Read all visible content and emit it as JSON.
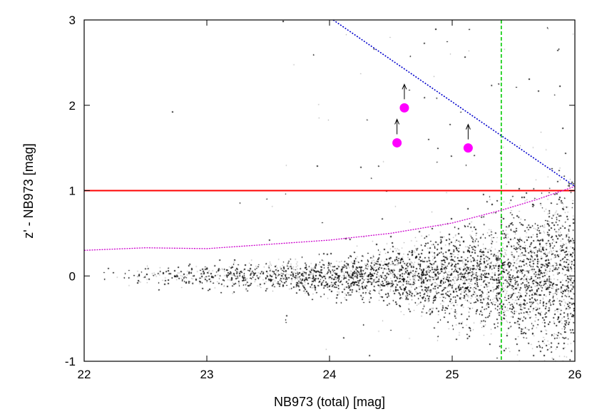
{
  "chart_data": {
    "type": "scatter",
    "xlabel": "NB973 (total) [mag]",
    "ylabel": "z' - NB973 [mag]",
    "xlim": [
      22,
      26
    ],
    "ylim": [
      -1,
      3
    ],
    "xticks": [
      "22",
      "23",
      "24",
      "25",
      "26"
    ],
    "yticks": [
      "-1",
      "0",
      "1",
      "2",
      "3"
    ],
    "grid": false,
    "legend": "none",
    "colors": {
      "points": "#000000",
      "color_cut_line": "#ff0000",
      "limit_line": "#00cc00",
      "dotted_cut": "#0000cc",
      "median_curve": "#cc00cc",
      "candidates": "#ff00ff"
    },
    "series": [
      {
        "kind": "horizontal-line",
        "y": 1.0
      },
      {
        "kind": "vertical-dashed-line",
        "x": 25.4
      },
      {
        "kind": "dotted-line",
        "x": [
          24.03,
          26.0
        ],
        "y": [
          3.0,
          1.05
        ]
      },
      {
        "kind": "dotted-curve",
        "x": [
          22.0,
          22.5,
          23.0,
          23.5,
          24.0,
          24.5,
          25.0,
          25.4,
          25.7,
          26.0
        ],
        "y": [
          0.3,
          0.33,
          0.32,
          0.37,
          0.42,
          0.5,
          0.62,
          0.77,
          0.9,
          1.05
        ]
      },
      {
        "kind": "lower-limit-points",
        "x": [
          24.55,
          24.61,
          25.13
        ],
        "y": [
          1.56,
          1.97,
          1.5
        ]
      }
    ]
  }
}
